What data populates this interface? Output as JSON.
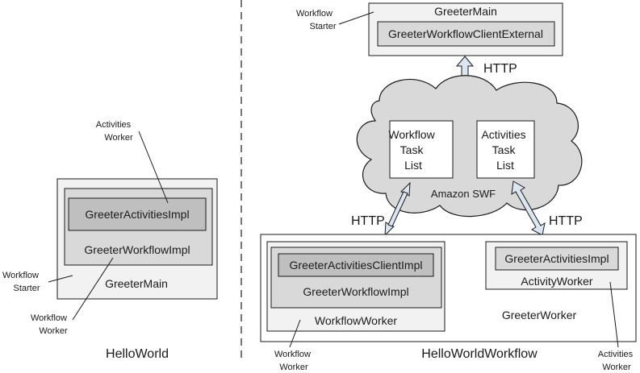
{
  "left": {
    "caption": "HelloWorld",
    "main": "GreeterMain",
    "workflow_impl": "GreeterWorkflowImpl",
    "activities_impl": "GreeterActivitiesImpl",
    "callout_activities_worker": [
      "Activities",
      "Worker"
    ],
    "callout_workflow_starter": [
      "Workflow",
      "Starter"
    ],
    "callout_workflow_worker": [
      "Workflow",
      "Worker"
    ]
  },
  "right": {
    "caption": "HelloWorldWorkflow",
    "starter_main": "GreeterMain",
    "client_external": "GreeterWorkflowClientExternal",
    "callout_workflow_starter": [
      "Workflow",
      "Starter"
    ],
    "http_top": "HTTP",
    "http_left": "HTTP",
    "http_right": "HTTP",
    "cloud_label": "Amazon SWF",
    "workflow_task_list": [
      "Workflow",
      "Task",
      "List"
    ],
    "activities_task_list": [
      "Activities",
      "Task",
      "List"
    ],
    "greeter_worker": "GreeterWorker",
    "workflow_worker": "WorkflowWorker",
    "workflow_impl": "GreeterWorkflowImpl",
    "activities_client_impl": "GreeterActivitiesClientImpl",
    "activity_worker": "ActivityWorker",
    "activities_impl": "GreeterActivitiesImpl",
    "callout_workflow_worker": [
      "Workflow",
      "Worker"
    ],
    "callout_activities_worker": [
      "Activities",
      "Worker"
    ]
  }
}
